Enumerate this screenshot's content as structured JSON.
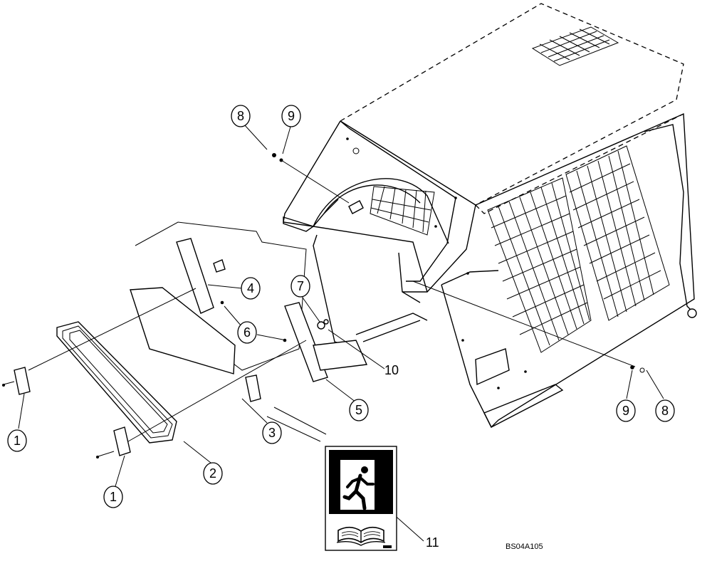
{
  "diagram": {
    "drawing_code": "BS04A105",
    "callouts": [
      {
        "id": "callout-1a",
        "label": "1"
      },
      {
        "id": "callout-1b",
        "label": "1"
      },
      {
        "id": "callout-2",
        "label": "2"
      },
      {
        "id": "callout-3",
        "label": "3"
      },
      {
        "id": "callout-4",
        "label": "4"
      },
      {
        "id": "callout-5",
        "label": "5"
      },
      {
        "id": "callout-6",
        "label": "6"
      },
      {
        "id": "callout-7",
        "label": "7"
      },
      {
        "id": "callout-8a",
        "label": "8"
      },
      {
        "id": "callout-8b",
        "label": "8"
      },
      {
        "id": "callout-9a",
        "label": "9"
      },
      {
        "id": "callout-9b",
        "label": "9"
      },
      {
        "id": "callout-10",
        "label": "10"
      },
      {
        "id": "callout-11",
        "label": "11"
      }
    ]
  }
}
